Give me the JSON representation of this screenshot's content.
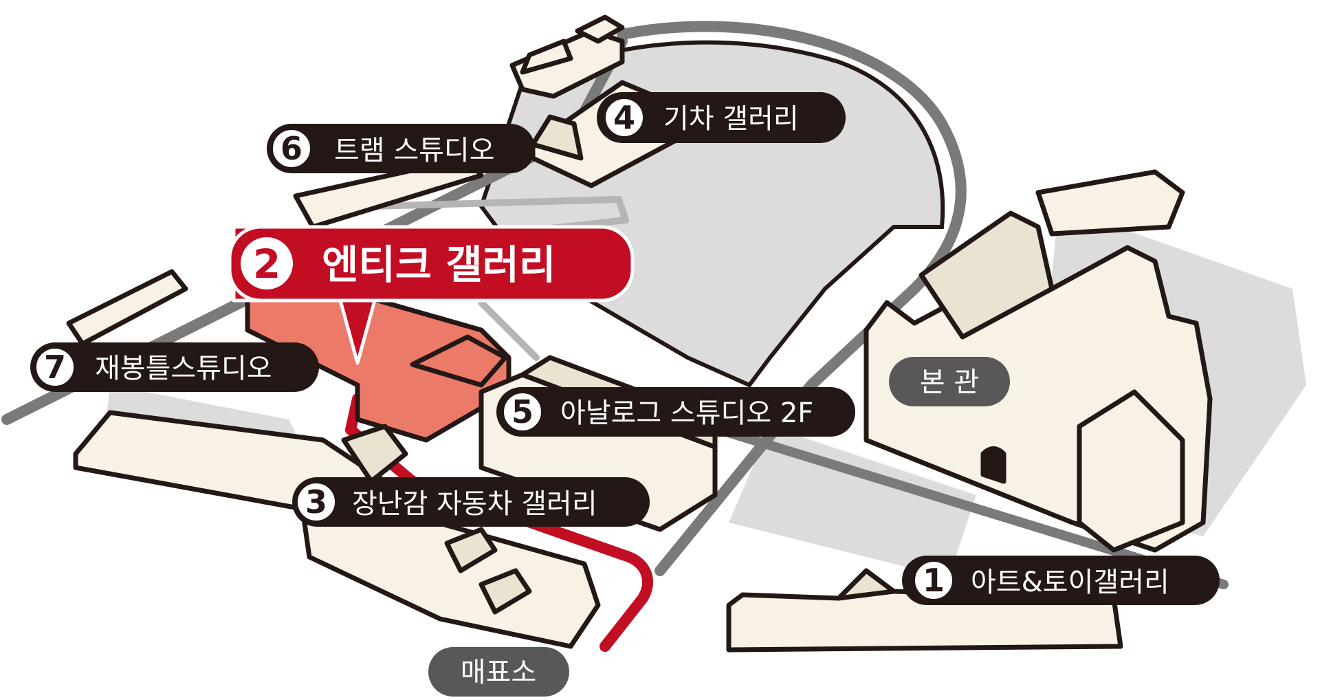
{
  "colors": {
    "outline": "#231815",
    "building": "#f7f2e5",
    "shadow": "#e9e3d2",
    "ground": "#dcdcdc",
    "path": "#7a7a7a",
    "highlight": "#c30d23",
    "highlight_building": "#ec7a68",
    "pill": "#231815",
    "grey_pill": "#595757",
    "text_light": "#ffffff"
  },
  "locations": [
    {
      "number": "1",
      "name": "아트&토이갤러리",
      "highlighted": false,
      "icon": "building-icon"
    },
    {
      "number": "2",
      "name": "엔티크 갤러리",
      "highlighted": true,
      "icon": "map-pin-icon"
    },
    {
      "number": "3",
      "name": "장난감 자동차 갤러리",
      "highlighted": false,
      "icon": "building-icon"
    },
    {
      "number": "4",
      "name": "기차 갤러리",
      "highlighted": false,
      "icon": "train-icon"
    },
    {
      "number": "5",
      "name": "아날로그 스튜디오 2F",
      "highlighted": false,
      "icon": "building-icon"
    },
    {
      "number": "6",
      "name": "트램 스튜디오",
      "highlighted": false,
      "icon": "building-icon"
    },
    {
      "number": "7",
      "name": "재봉틀스튜디오",
      "highlighted": false,
      "icon": "building-icon"
    }
  ],
  "landmarks": {
    "main_hall": "본 관",
    "ticket_office": "매표소"
  }
}
